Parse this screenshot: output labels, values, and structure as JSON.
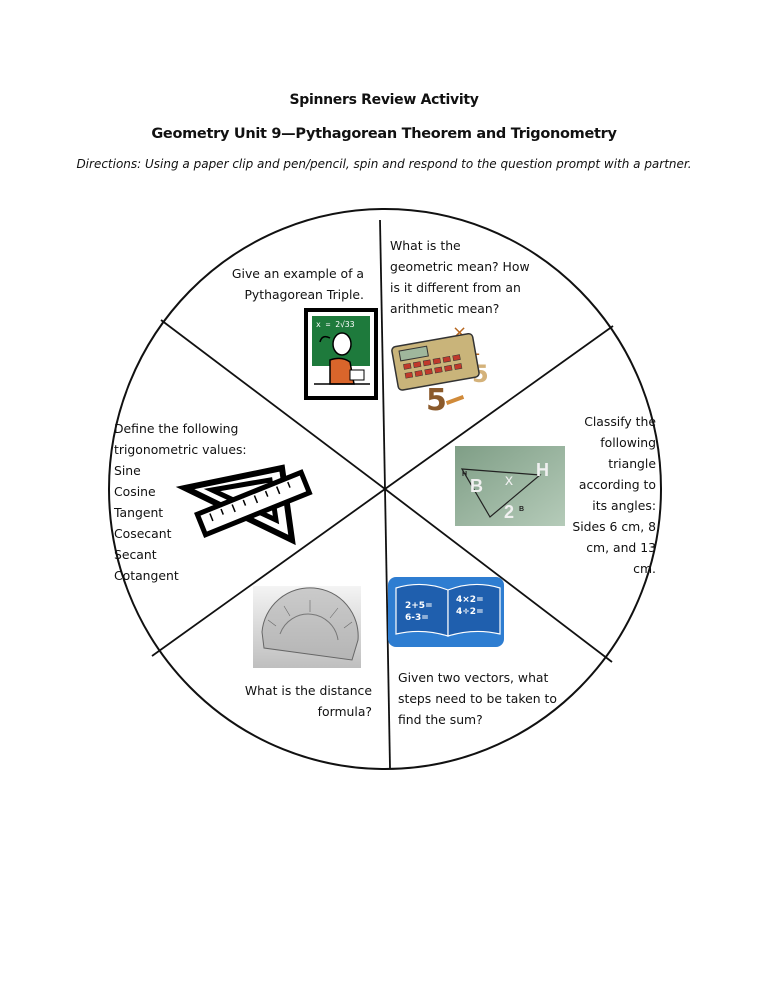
{
  "header": {
    "title": "Spinners Review Activity",
    "subtitle": "Geometry Unit 9—Pythagorean Theorem and Trigonometry",
    "directions": "Directions: Using a paper clip and pen/pencil, spin and respond to the question prompt with a partner."
  },
  "spinner": {
    "sections": [
      {
        "text": "Give an example of a\nPythagorean Triple.",
        "image": "teacher-at-chalkboard-clipart"
      },
      {
        "text": "What is the\ngeometric mean? How\n is it different from an\narithmetic mean?",
        "image": "calculator-with-numbers-clipart"
      },
      {
        "text": "Classify the\nfollowing\ntriangle\naccording to\nits angles:\nSides 6 cm, 8\ncm, and 13\ncm.",
        "image": "triangle-on-chalkboard-photo"
      },
      {
        "text": "Given two vectors, what\nsteps need to be taken to\nfind the sum?",
        "image": "open-math-book-clipart"
      },
      {
        "text": "What is the distance\nformula?",
        "image": "protractor-photo"
      },
      {
        "text": "Define the following\ntrigonometric values:\nSine\nCosine\nTangent\nCosecant\nSecant\nCotangent",
        "image": "ruler-and-set-square-clipart"
      }
    ],
    "clipart_text": {
      "chalkboard_equation": "x = 2√33",
      "book_left_page": "2+5=\n6-3=",
      "book_right_page": "4×2=\n4÷2=",
      "triangle_letters": [
        "H",
        "B",
        "x",
        "H",
        "2",
        "B"
      ]
    }
  }
}
